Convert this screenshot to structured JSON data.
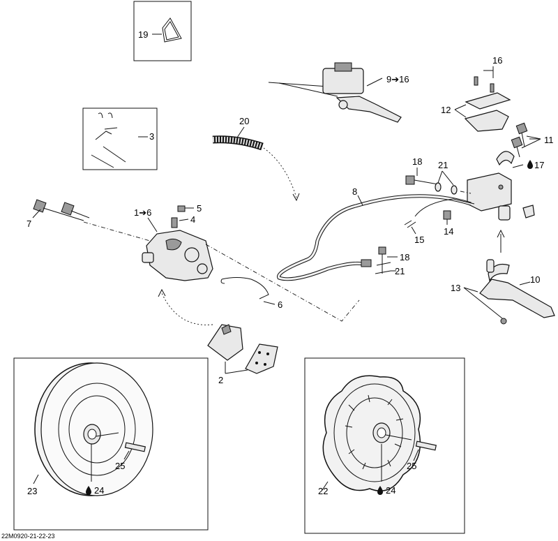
{
  "diagram_code": "22M0920-21-22-23",
  "labels": {
    "l19": "19",
    "l9_16": "9➔16",
    "l16": "16",
    "l12": "12",
    "l3": "3",
    "l20": "20",
    "l11": "11",
    "l18a": "18",
    "l21a": "21",
    "l17": "17",
    "l8": "8",
    "l1_6": "1➔6",
    "l5": "5",
    "l4": "4",
    "l7": "7",
    "l14": "14",
    "l15": "15",
    "l18b": "18",
    "l21b": "21",
    "l13": "13",
    "l10": "10",
    "l6": "6",
    "l2": "2",
    "l25a": "25",
    "l23": "23",
    "l24a": "24",
    "l22": "22",
    "l24b": "24",
    "l25b": "25"
  }
}
